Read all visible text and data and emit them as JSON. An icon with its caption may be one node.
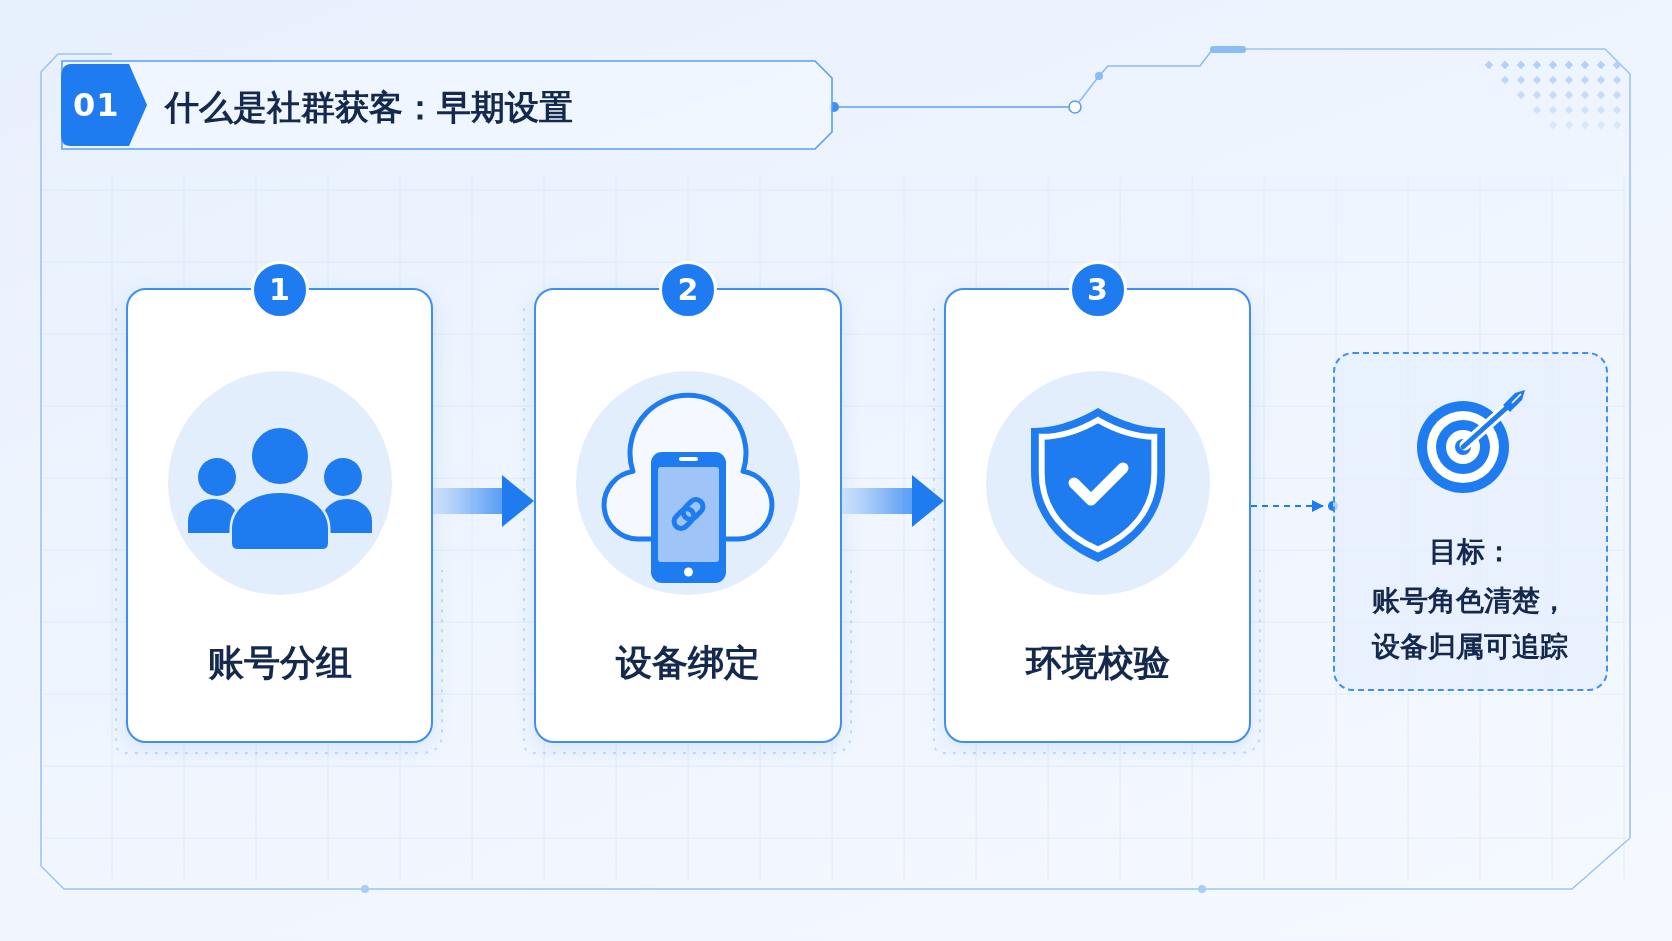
{
  "diagram": {
    "title": "什么是社群获客：早期设置",
    "nodes": [
      {
        "text": [
          "01"
        ]
      },
      {
        "text": [
          "1",
          "账号分组"
        ]
      },
      {
        "text": [
          "2",
          "设备绑定"
        ]
      },
      {
        "text": [
          "3",
          "环境校验"
        ]
      },
      {
        "text": [
          "目标：",
          "账号角色清楚，设备归属可追踪"
        ]
      }
    ],
    "edges": [
      {
        "from": 1,
        "to": 2,
        "arrow": "to",
        "style": "thick"
      },
      {
        "from": 2,
        "to": 3,
        "arrow": "to",
        "style": "thick"
      },
      {
        "from": 3,
        "to": 4,
        "arrow": "to",
        "style": "dashed"
      }
    ]
  }
}
